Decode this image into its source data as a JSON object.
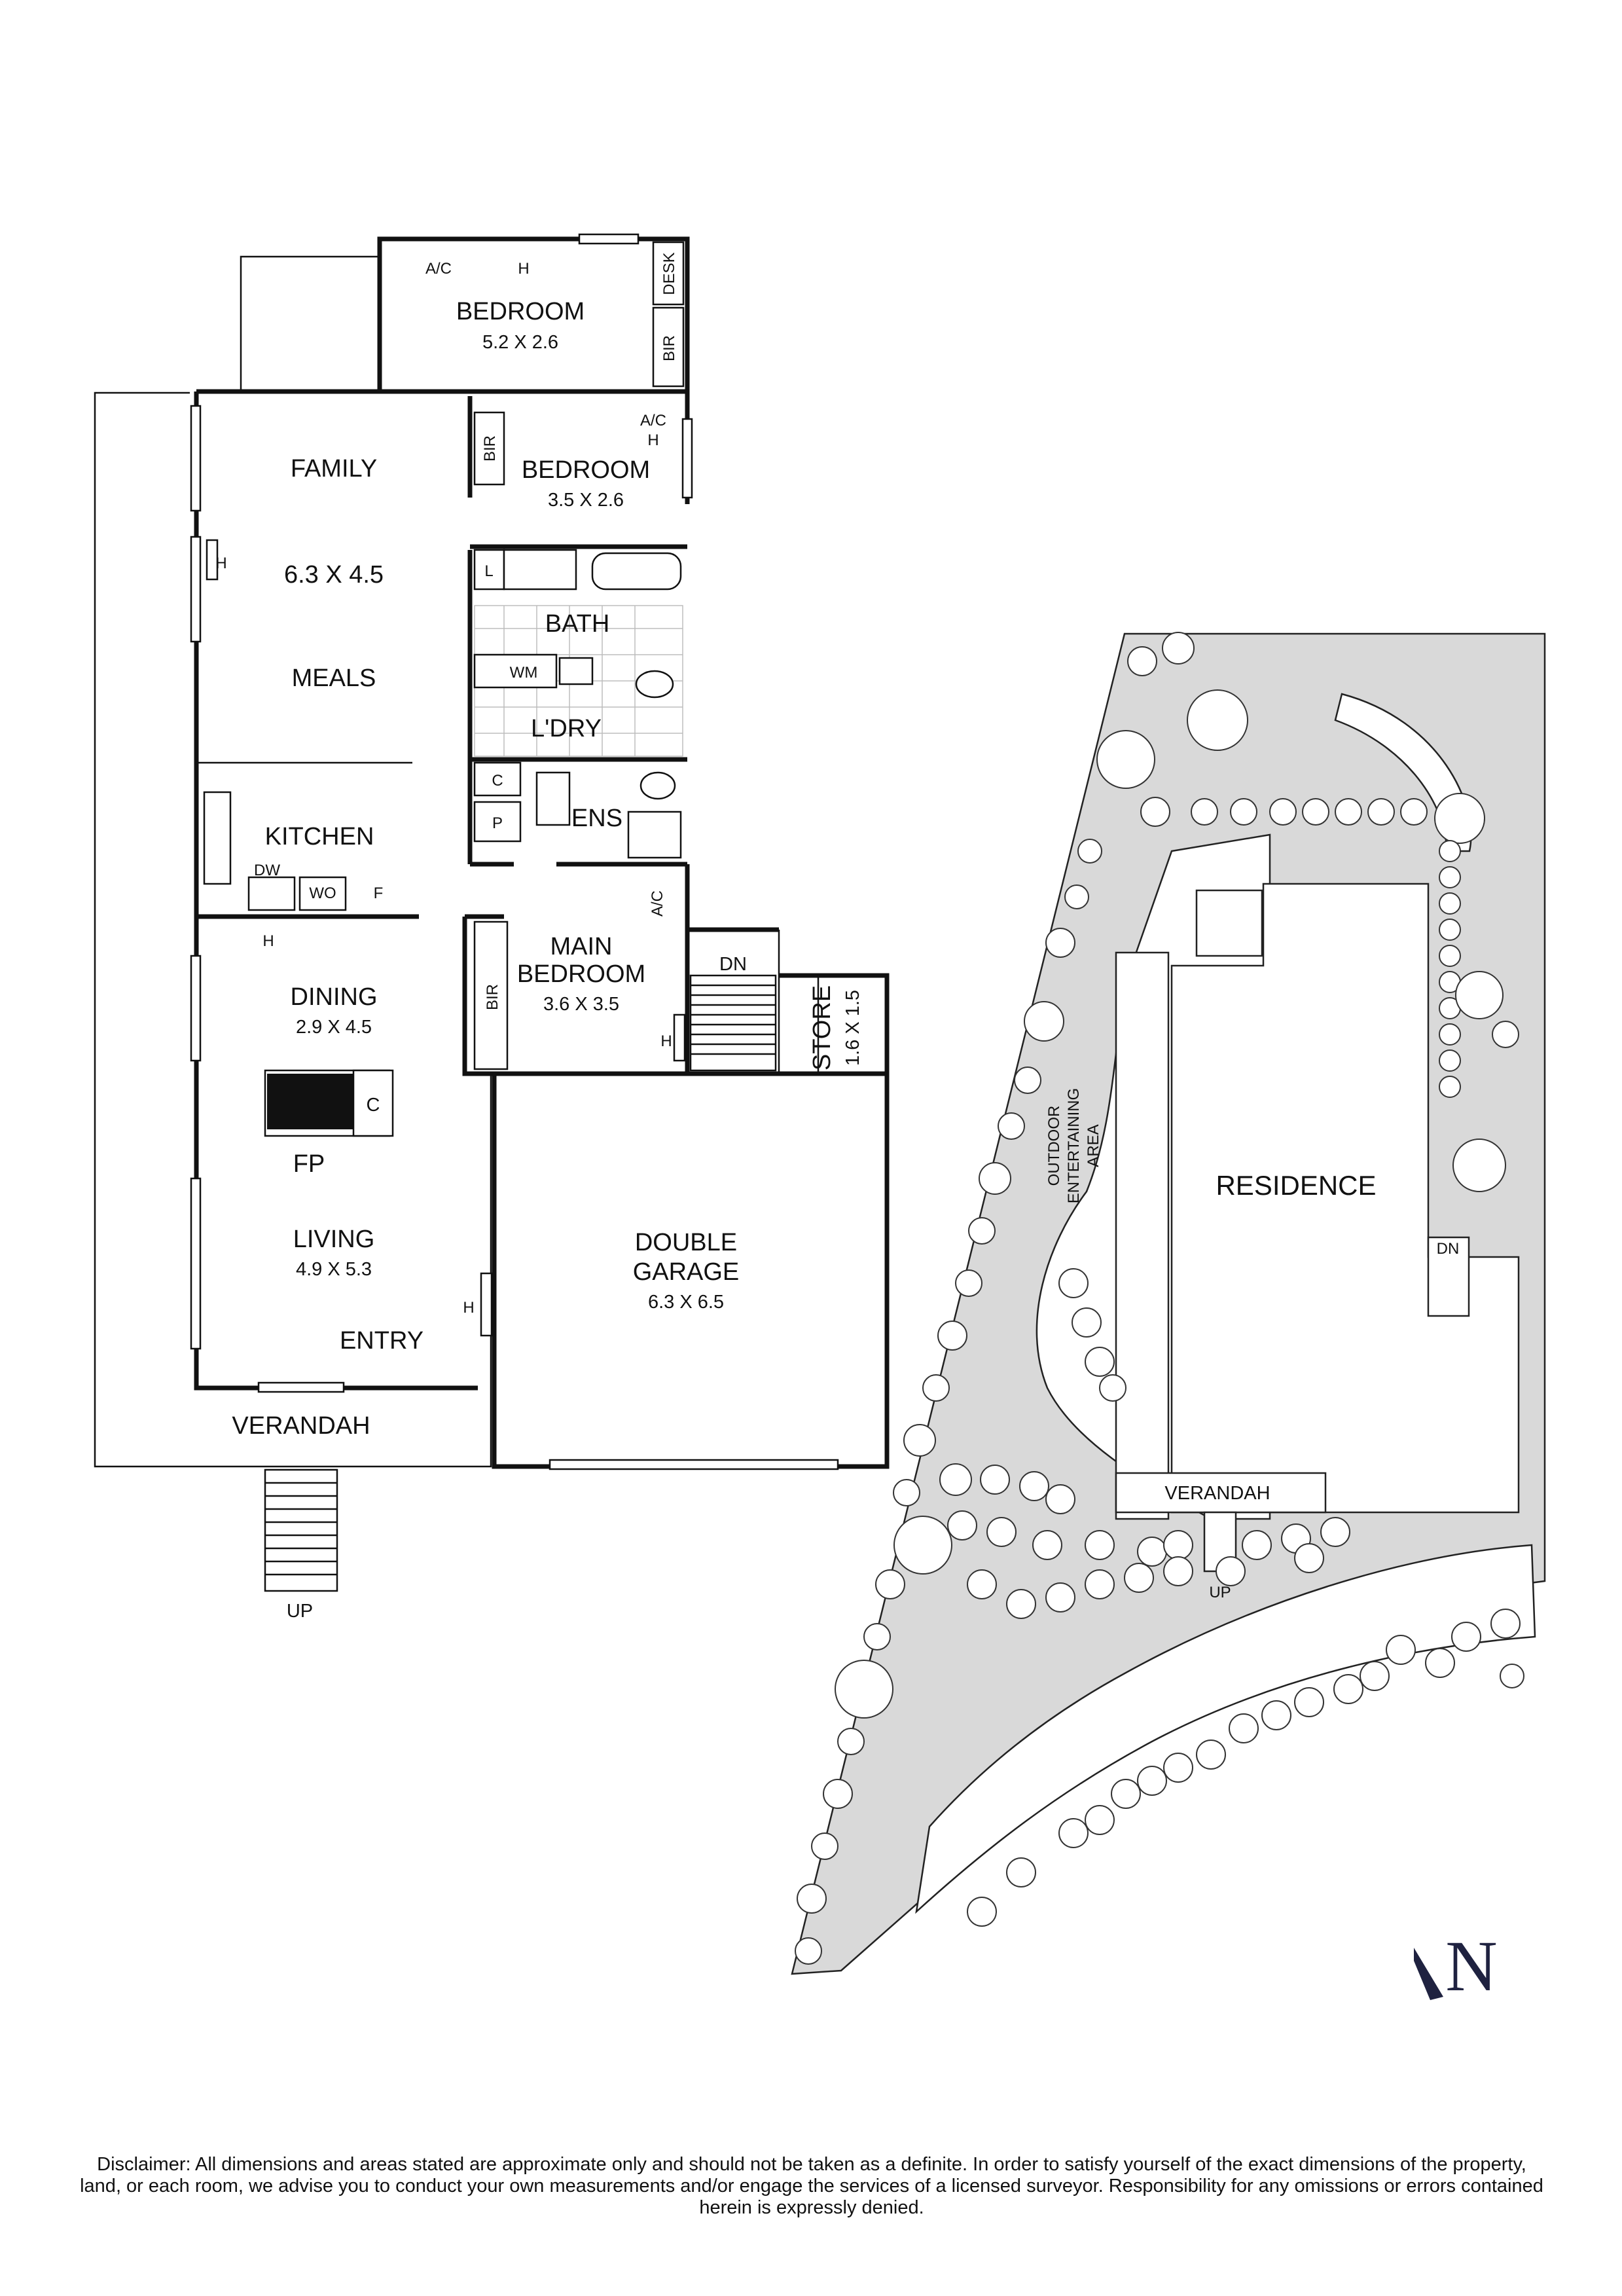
{
  "rooms": {
    "bedroom2": {
      "name": "BEDROOM",
      "size": "5.2 X 2.6"
    },
    "bedroom3": {
      "name": "BEDROOM",
      "size": "3.5 X 2.6"
    },
    "family": {
      "name": "FAMILY",
      "size": "6.3 X 4.5"
    },
    "meals": {
      "name": "MEALS"
    },
    "bath": {
      "name": "BATH"
    },
    "laundry": {
      "name": "L'DRY"
    },
    "kitchen": {
      "name": "KITCHEN"
    },
    "ens": {
      "name": "ENS"
    },
    "main_bedroom": {
      "name_line1": "MAIN",
      "name_line2": "BEDROOM",
      "size": "3.6 X 3.5"
    },
    "dining": {
      "name": "DINING",
      "size": "2.9 X 4.5"
    },
    "living": {
      "name": "LIVING",
      "size": "4.9 X 5.3"
    },
    "entry": {
      "name": "ENTRY"
    },
    "verandah": {
      "name": "VERANDAH"
    },
    "garage": {
      "name_line1": "DOUBLE",
      "name_line2": "GARAGE",
      "size": "6.3 X 6.5"
    },
    "store": {
      "name": "STORE",
      "size": "1.6 X 1.5"
    }
  },
  "fixtures": {
    "ac": "A/C",
    "heater": "H",
    "desk": "DESK",
    "bir": "BIR",
    "linen": "L",
    "wm": "WM",
    "cupboard": "C",
    "pantry": "P",
    "dw": "DW",
    "wo": "WO",
    "fridge": "F",
    "fireplace": "FP",
    "stairs_down": "DN",
    "stairs_up": "UP"
  },
  "site_plan": {
    "residence": "RESIDENCE",
    "outdoor_line1": "OUTDOOR",
    "outdoor_line2": "ENTERTAINING",
    "outdoor_line3": "AREA",
    "verandah": "VERANDAH",
    "up": "UP",
    "dn": "DN"
  },
  "north_arrow": "N",
  "disclaimer": "Disclaimer: All dimensions and areas stated are approximate only and should not be taken as a definite. In order to satisfy yourself of the exact dimensions of the property, land, or each room, we advise you to conduct your own measurements and/or engage the services of a licensed surveyor. Responsibility for any omissions or errors contained herein is expressly denied."
}
